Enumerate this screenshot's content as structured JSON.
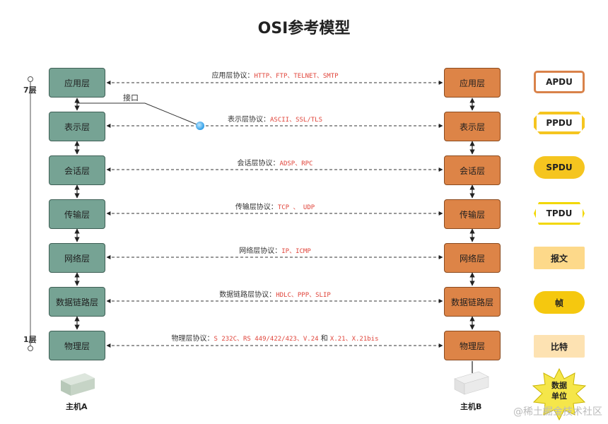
{
  "title": "OSI参考模型",
  "layers": [
    "应用层",
    "表示层",
    "会话层",
    "传输层",
    "网络层",
    "数据链路层",
    "物理层"
  ],
  "protocols": [
    {
      "prefix": "应用层协议：",
      "names": "HTTP、FTP、TELNET、SMTP",
      "and": "",
      "names2": ""
    },
    {
      "prefix": "表示层协议：",
      "names": "ASCII、SSL/TLS",
      "and": "",
      "names2": ""
    },
    {
      "prefix": "会话层协议：",
      "names": "ADSP、RPC",
      "and": "",
      "names2": ""
    },
    {
      "prefix": "传输层协议：",
      "names": "TCP 、 UDP",
      "and": "",
      "names2": ""
    },
    {
      "prefix": "网络层协议：",
      "names": "IP、ICMP",
      "and": "",
      "names2": ""
    },
    {
      "prefix": "数据链路层协议：",
      "names": "HDLC、PPP、SLIP",
      "and": "",
      "names2": ""
    },
    {
      "prefix": "物理层协议：",
      "names": "S 232C、RS 449/422/423、V.24",
      "and": "和",
      "names2": "X.21、X.21bis"
    }
  ],
  "pdus": [
    "APDU",
    "PPDU",
    "SPDU",
    "TPDU",
    "报文",
    "帧",
    "比特"
  ],
  "pdu_unit_label_line1": "数据",
  "pdu_unit_label_line2": "单位",
  "interface_label": "接口",
  "top_marker": "7层",
  "bottom_marker": "1层",
  "host_a": "主机A",
  "host_b": "主机B",
  "watermark": "@稀土掘金技术社区",
  "colors": {
    "host_a_layer": "#76a394",
    "host_b_layer": "#dd8447",
    "protocol_names": "#e0443a",
    "interface_dot": "#36a9f0"
  }
}
